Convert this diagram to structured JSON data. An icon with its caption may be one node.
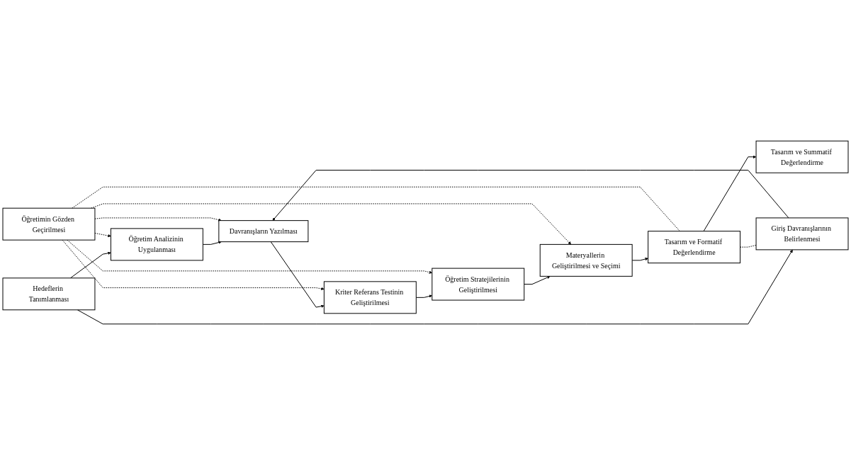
{
  "diagram": {
    "nodes": [
      {
        "text": [
          "Öğretimin Gözden Geçirilmesi"
        ]
      },
      {
        "text": [
          "Öğretim Analizinin Uygulanması"
        ]
      },
      {
        "text": [
          "Hedeflerin Tanımlanması"
        ]
      },
      {
        "text": [
          "Davranışların Yazılması"
        ]
      },
      {
        "text": [
          "Kriter Referans Testinin Geliştirilmesi"
        ]
      },
      {
        "text": [
          "Öğretim Stratejilerinin Geliştirilmesi"
        ]
      },
      {
        "text": [
          "Materyallerin Geliştirilmesi ve Seçimi"
        ]
      },
      {
        "text": [
          "Tasarım ve Formatif Değerlendirme"
        ]
      },
      {
        "text": [
          "Giriş Davranışlarının Belirlenmesi"
        ]
      },
      {
        "text": [
          "Tasarım ve Summatif Değerlendirme"
        ]
      }
    ],
    "edges": [
      {
        "from": 2,
        "to": 1,
        "arrow": "to"
      },
      {
        "from": 2,
        "to": 8,
        "arrow": "to"
      },
      {
        "from": 1,
        "to": 3,
        "arrow": "to"
      },
      {
        "from": 8,
        "to": 3,
        "arrow": "to"
      },
      {
        "from": 3,
        "to": 4,
        "arrow": "to"
      },
      {
        "from": 4,
        "to": 5,
        "arrow": "to"
      },
      {
        "from": 5,
        "to": 6,
        "arrow": "to"
      },
      {
        "from": 6,
        "to": 7,
        "arrow": "to"
      },
      {
        "from": 7,
        "to": 9,
        "arrow": "to"
      },
      {
        "from": 7,
        "to": 0,
        "arrow": "none",
        "style": "dashed"
      },
      {
        "from": 0,
        "to": 1,
        "arrow": "to",
        "style": "dashed"
      },
      {
        "from": 0,
        "to": 3,
        "arrow": "to",
        "style": "dashed"
      },
      {
        "from": 0,
        "to": 4,
        "arrow": "to",
        "style": "dashed"
      },
      {
        "from": 0,
        "to": 5,
        "arrow": "to",
        "style": "dashed"
      },
      {
        "from": 0,
        "to": 6,
        "arrow": "to",
        "style": "dashed"
      },
      {
        "from": 7,
        "to": 8,
        "arrow": "none",
        "style": "dashed"
      }
    ]
  }
}
